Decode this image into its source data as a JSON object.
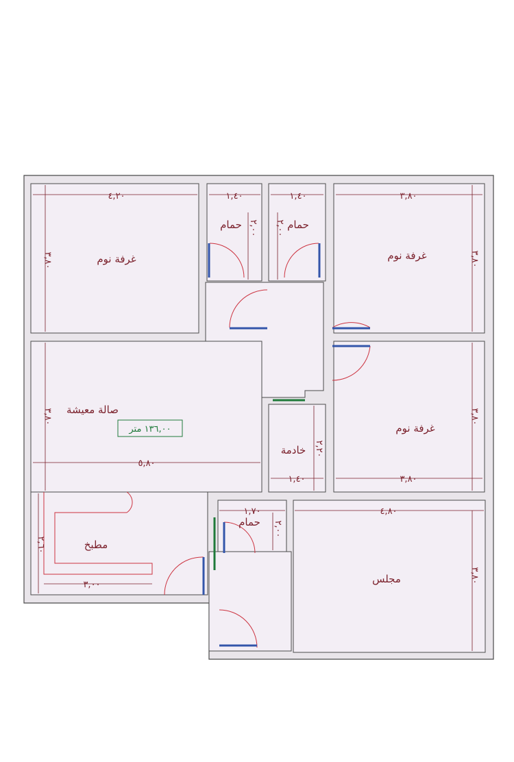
{
  "rooms": {
    "bedroom_top_left": "غرفة نوم",
    "bedroom_top_right": "غرفة نوم",
    "bedroom_mid_right": "غرفة نوم",
    "bath_1": "حمام",
    "bath_2": "حمام",
    "bath_3": "حمام",
    "living": "صالة معيشة",
    "maid": "خادمة",
    "kitchen": "مطبخ",
    "majlis": "مجلس"
  },
  "total_area": "١٣٦,٠٠ متر",
  "dimensions": {
    "bedroom_tl_width": "٤,٢٠",
    "bedroom_tl_height": "٣,٨٠",
    "bath1_width": "١,٤٠",
    "bath1_height": "٢,٠٠",
    "bath2_width": "١,٤٠",
    "bath2_height": "٢,٠٠",
    "bedroom_tr_width": "٣,٨٠",
    "bedroom_tr_height": "٣,٨٠",
    "living_height": "٣,٨٠",
    "living_width": "٥,٨٠",
    "bedroom_mr_height": "٣,٨٠",
    "bedroom_mr_width": "٣,٨٠",
    "maid_height": "٢,٢٠",
    "maid_width": "١,٤٠",
    "kitchen_height": "٢,٦٠",
    "kitchen_width": "٣,٠٠",
    "bath3_width": "١,٧٠",
    "bath3_height": "٢,٠٠",
    "majlis_width": "٤,٨٠",
    "majlis_height": "٣,٨٠"
  },
  "colors": {
    "floor": "#f3eef5",
    "wall": "#4a4a4a",
    "dim_line": "#7a1f2a",
    "door_arc": "#cc3340",
    "window": "#3355aa",
    "accent_green": "#1f7a3a"
  }
}
